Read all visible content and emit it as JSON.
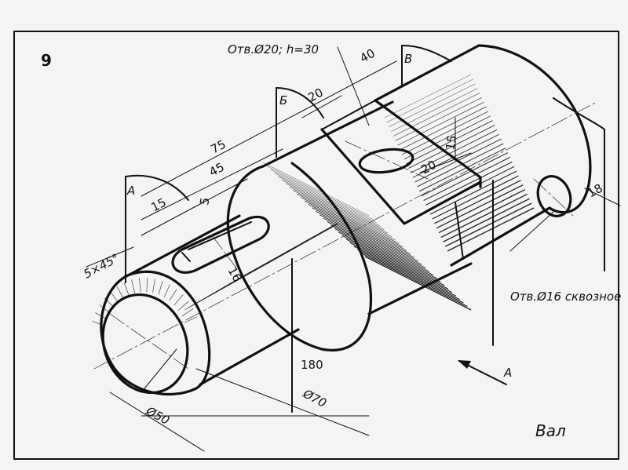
{
  "figure_number": "9",
  "title": "Вал",
  "view_direction_label": "А",
  "section_labels": {
    "a": "А",
    "b": "Б",
    "v": "В"
  },
  "hole_notes": {
    "top_hole": "Отв.Ø20; h=30",
    "through_hole": "Отв.Ø16 сквозное"
  },
  "dimensions": {
    "d40": "40",
    "d20_top": "20",
    "d75": "75",
    "d45": "45",
    "d15_left": "15",
    "d5": "5",
    "d16": "16",
    "chamfer": "5×45°",
    "d15_flat": "15",
    "d20_flat": "20",
    "d18": "18",
    "d180": "180",
    "dia70": "Ø70",
    "dia50": "Ø50"
  },
  "colors": {
    "ink": "#111111",
    "paper": "#f4f4f2"
  }
}
